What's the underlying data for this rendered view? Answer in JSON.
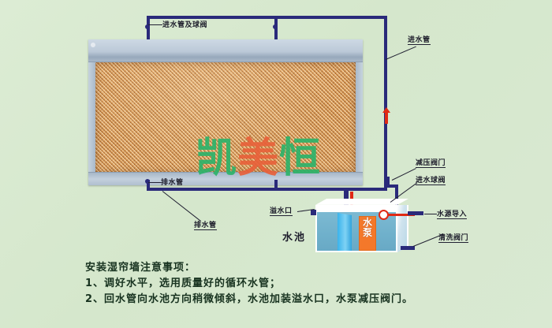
{
  "diagram": {
    "title_hidden": "",
    "background_color": "#d7e8cf",
    "pipe_color": "#2a2a7a",
    "arrow_color": "#e02914",
    "pump_color": "#f4782a",
    "water_color": "#74b1cb"
  },
  "watermark": {
    "char1": "凯",
    "char2": "美",
    "char3": "恒",
    "color1": "#2db36a",
    "color2": "#e8613a",
    "color3": "#2db36a"
  },
  "labels": {
    "inlet_pipe_and_ball_valve": "进水管及球阀",
    "inlet_pipe": "进水管",
    "drain_pipe_top": "排水管",
    "drain_pipe_callout": "排水管",
    "pressure_reducing_valve": "减压阀门",
    "inlet_ball_valve": "进水球阀",
    "water_source_inlet": "水源导入",
    "cleaning_valve": "清洗阀门",
    "overflow_outlet": "溢水口",
    "water_pool": "水池",
    "water_pump": "水泵"
  },
  "notes": {
    "heading": "安装湿帘墙注意事项：",
    "item1": "1、调好水平，选用质量好的循环水管；",
    "item2": "2、回水管向水池方向稍微倾斜，水池加装溢水口，水泵减压阀门。"
  }
}
